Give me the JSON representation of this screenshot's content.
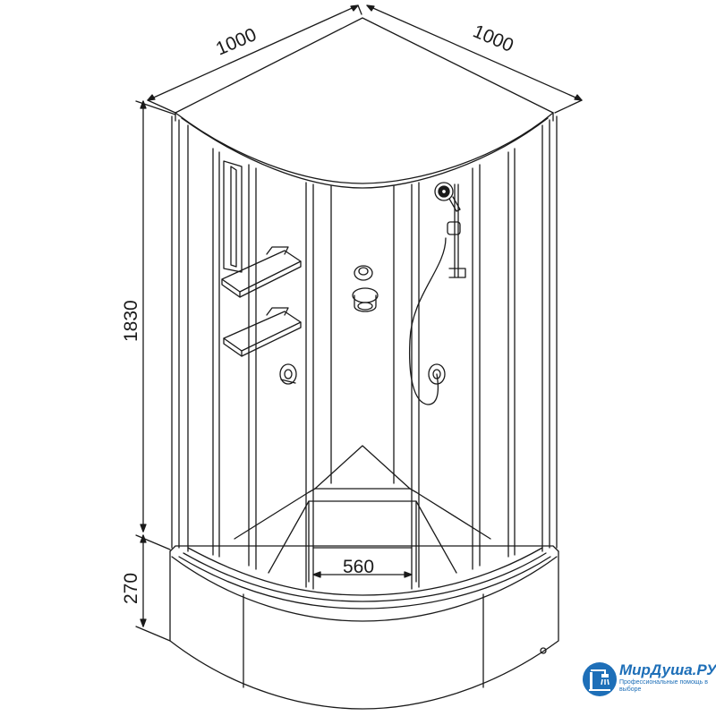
{
  "dimensions": {
    "width_left": "1000",
    "width_right": "1000",
    "height_cabin": "1830",
    "height_tray": "270",
    "tray_inner": "560"
  },
  "logo": {
    "name": "МирДуша.РУ",
    "tagline": "Профессиональные помощь в выборе",
    "icon": "shower-logo-icon"
  },
  "colors": {
    "line": "#1a1a1a",
    "logo": "#1e6fb8"
  }
}
